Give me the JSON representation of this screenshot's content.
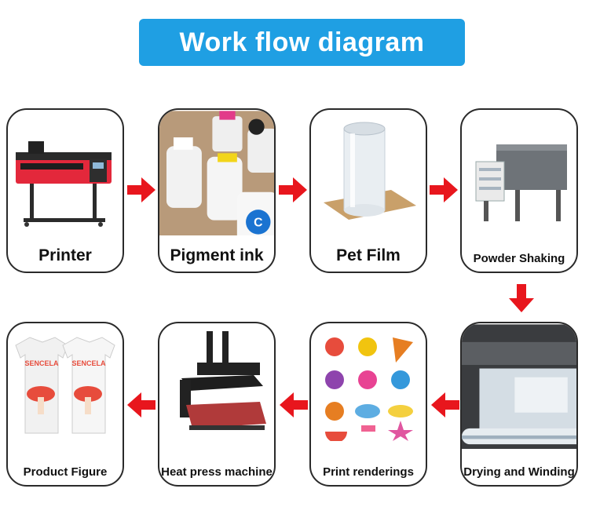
{
  "title": "Work flow diagram",
  "colors": {
    "banner": "#1f9fe3",
    "arrow": "#e8161d"
  },
  "steps": [
    {
      "label": "Printer"
    },
    {
      "label": "Pigment ink"
    },
    {
      "label": "Pet Film"
    },
    {
      "label": "Powder Shaking"
    },
    {
      "label": "Drying and Winding"
    },
    {
      "label": "Print renderings"
    },
    {
      "label": "Heat press machine"
    },
    {
      "label": "Product Figure"
    }
  ],
  "ink_bottle_letters": [
    "C"
  ],
  "shirt_print_text": "SENCELA"
}
